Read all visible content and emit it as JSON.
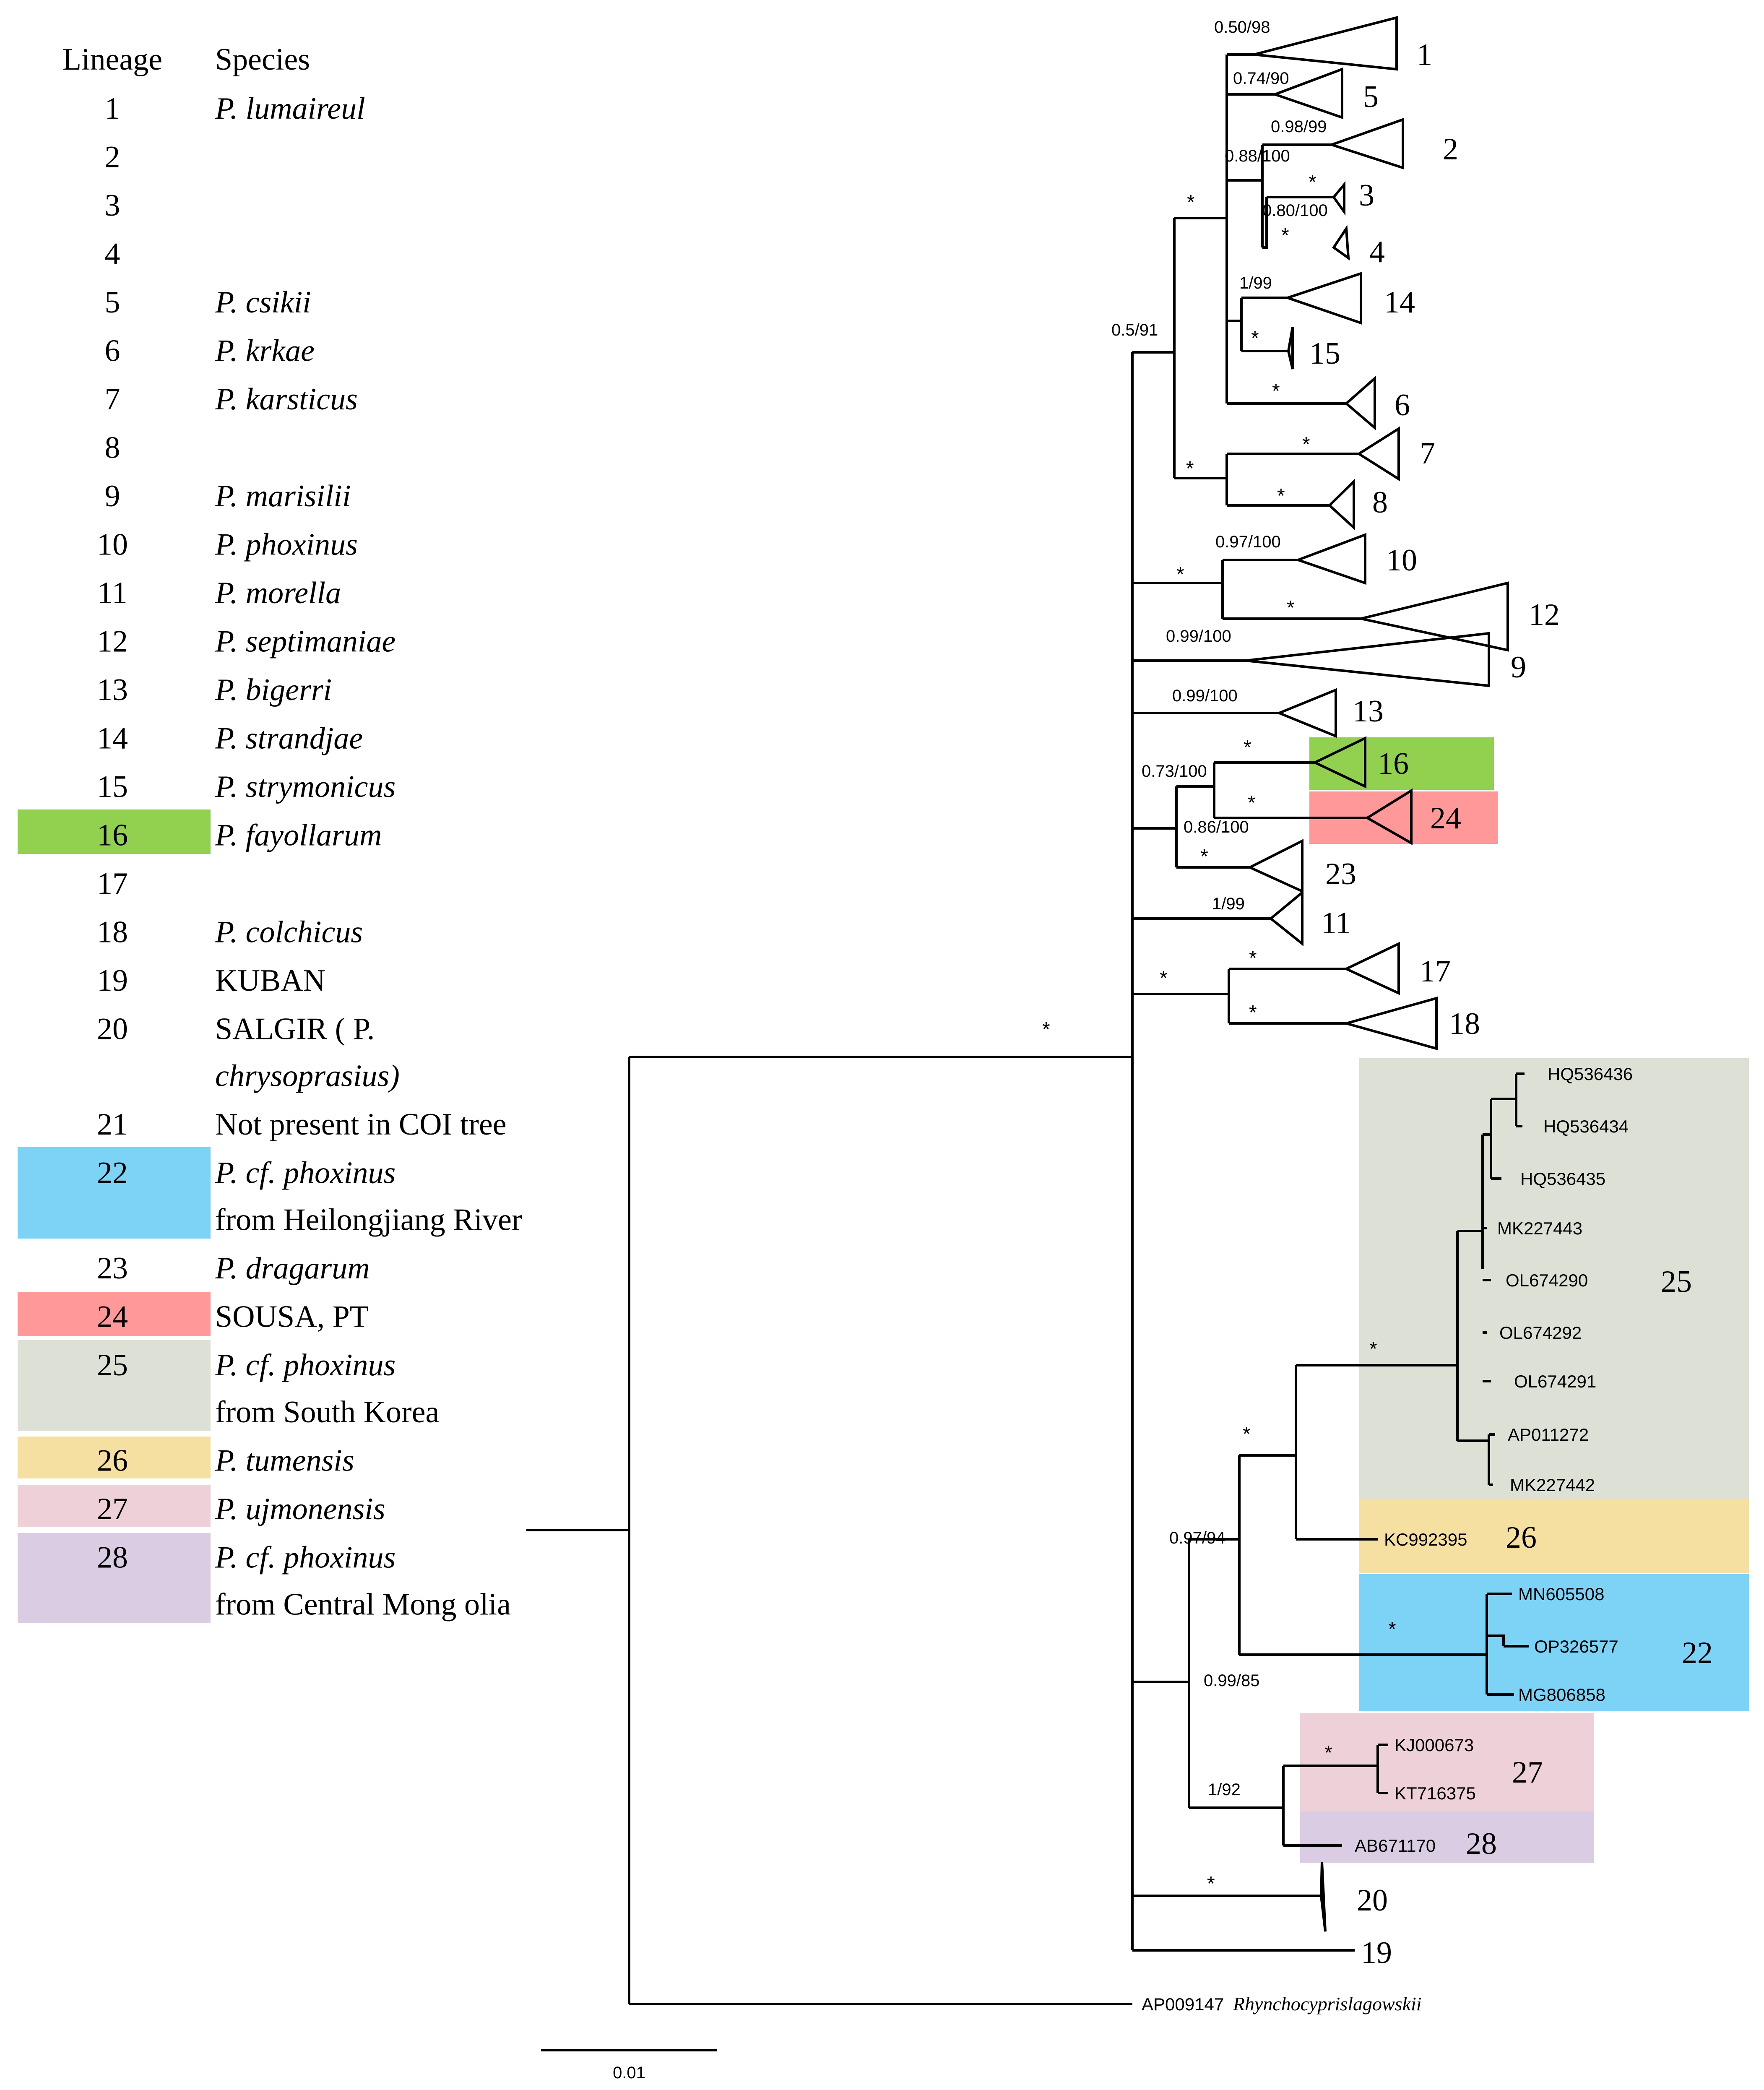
{
  "legend": {
    "header_lineage": "Lineage",
    "header_species": "Species",
    "rows": [
      {
        "n": "1",
        "species": [
          "P. lumaireul"
        ],
        "italic": true
      },
      {
        "n": "2",
        "species": []
      },
      {
        "n": "3",
        "species": []
      },
      {
        "n": "4",
        "species": []
      },
      {
        "n": "5",
        "species": [
          "P. csikii"
        ],
        "italic": true
      },
      {
        "n": "6",
        "species": [
          "P. krkae"
        ],
        "italic": true
      },
      {
        "n": "7",
        "species": [
          "P. karsticus"
        ],
        "italic": true
      },
      {
        "n": "8",
        "species": []
      },
      {
        "n": "9",
        "species": [
          "P. marisilii"
        ],
        "italic": true
      },
      {
        "n": "10",
        "species": [
          "P. phoxinus"
        ],
        "italic": true
      },
      {
        "n": "11",
        "species": [
          "P. morella"
        ],
        "italic": true
      },
      {
        "n": "12",
        "species": [
          "P. septimaniae"
        ],
        "italic": true
      },
      {
        "n": "13",
        "species": [
          "P. bigerri"
        ],
        "italic": true
      },
      {
        "n": "14",
        "species": [
          "P. strandjae"
        ],
        "italic": true
      },
      {
        "n": "15",
        "species": [
          "P. strymonicus"
        ],
        "italic": true
      },
      {
        "n": "16",
        "species": [
          "P. fayollarum"
        ],
        "italic": true,
        "color": "#92d050"
      },
      {
        "n": "17",
        "species": []
      },
      {
        "n": "18",
        "species": [
          "P. colchicus"
        ],
        "italic": true
      },
      {
        "n": "19",
        "species": [
          "KUBAN"
        ]
      },
      {
        "n": "20",
        "species": [
          "SALGIR ( P.",
          "chrysoprasius)"
        ]
      },
      {
        "n": "21",
        "species": [
          "Not present in COI tree"
        ]
      },
      {
        "n": "22",
        "species": [
          "P. cf. phoxinus",
          "from Heilongjiang   River"
        ],
        "color": "#7dd3f5"
      },
      {
        "n": "23",
        "species": [
          "P. dragarum"
        ],
        "italic": true
      },
      {
        "n": "24",
        "species": [
          "SOUSA, PT"
        ],
        "color": "#ff9999"
      },
      {
        "n": "25",
        "species": [
          "P. cf. phoxinus",
          "from South Korea"
        ],
        "color": "#dce0d5"
      },
      {
        "n": "26",
        "species": [
          "P. tumensis"
        ],
        "italic": true,
        "color": "#f5dfa1"
      },
      {
        "n": "27",
        "species": [
          "P. ujmonensis"
        ],
        "italic": true,
        "color": "#edd0d8"
      },
      {
        "n": "28",
        "species": [
          "P. cf. phoxinus",
          "from Central Mong olia"
        ],
        "color": "#d9cce3"
      }
    ]
  },
  "tree": {
    "support": [
      "0.50/98",
      "0.74/90",
      "0.98/99",
      "0.88/100",
      "*",
      "0.80/100",
      "*",
      "1/99",
      "*",
      "*",
      "*",
      "*",
      "*",
      "0.5/91",
      "0.97/100",
      "*",
      "*",
      "0.99/100",
      "0.99/100",
      "*",
      "*",
      "0.73/100",
      "0.86/100",
      "*",
      "1/99",
      "*",
      "*",
      "*",
      "*",
      "*",
      "*",
      "0.97/94",
      "*",
      "0.99/85",
      "*",
      "1/92",
      "*"
    ],
    "clade_labels": [
      "1",
      "5",
      "2",
      "3",
      "4",
      "14",
      "15",
      "6",
      "7",
      "8",
      "10",
      "12",
      "9",
      "13",
      "16",
      "24",
      "23",
      "11",
      "17",
      "18",
      "25",
      "26",
      "22",
      "27",
      "28",
      "20",
      "19"
    ],
    "accessions": [
      "HQ536436",
      "HQ536434",
      "HQ536435",
      "MK227443",
      "OL674290",
      "OL674292",
      "OL674291",
      "AP011272",
      "MK227442",
      "KC992395",
      "MN605508",
      "OP326577",
      "MG806858",
      "KJ000673",
      "KT716375",
      "AB671170"
    ],
    "outgroup": {
      "accession": "AP009147",
      "species": "Rhynchocyprislagowskii"
    },
    "scale_bar": "0.01",
    "highlight_colors": {
      "c16": "#92d050",
      "c24": "#ff9999",
      "c25": "#dce0d5",
      "c26": "#f5dfa1",
      "c22": "#7dd3f5",
      "c27": "#edd0d8",
      "c28": "#d9cce3"
    }
  }
}
